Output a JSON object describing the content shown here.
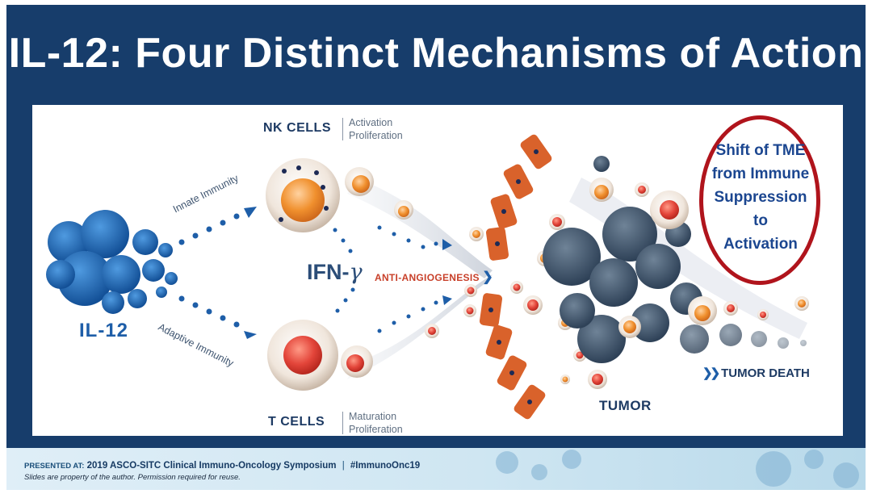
{
  "slide": {
    "title": "IL-12: Four Distinct Mechanisms of Action"
  },
  "diagram": {
    "nk_cells": {
      "label": "NK CELLS",
      "effects": [
        "Activation",
        "Proliferation"
      ]
    },
    "t_cells": {
      "label": "T CELLS",
      "effects": [
        "Maturation",
        "Proliferation"
      ]
    },
    "source_label": "IL-12",
    "innate_label": "Innate Immunity",
    "adaptive_label": "Adaptive Immunity",
    "ifn_label": "IFN-",
    "ifn_symbol": "γ",
    "angiogenesis_label": "ANTI-ANGIOGENESIS",
    "tumor_label": "TUMOR",
    "tumor_death_label": "TUMOR DEATH",
    "tme_callout": {
      "lines": [
        "Shift of TME",
        "from Immune",
        "Suppression",
        "to",
        "Activation"
      ],
      "ring_color": "#b0141c"
    },
    "colors": {
      "navy": "#173d6b",
      "il12_blue": "#1e5ea8",
      "tumor_cell": "#3b5068",
      "orange_cell": "#e8822e",
      "red_cell": "#e0453a",
      "vessel": "#d9622b"
    }
  },
  "footer": {
    "presented_at": "PRESENTED AT:",
    "event": "2019 ASCO-SITC Clinical Immuno-Oncology Symposium",
    "hashtag": "#ImmunoOnc19",
    "disclaimer": "Slides are property of the author. Permission required for reuse."
  }
}
